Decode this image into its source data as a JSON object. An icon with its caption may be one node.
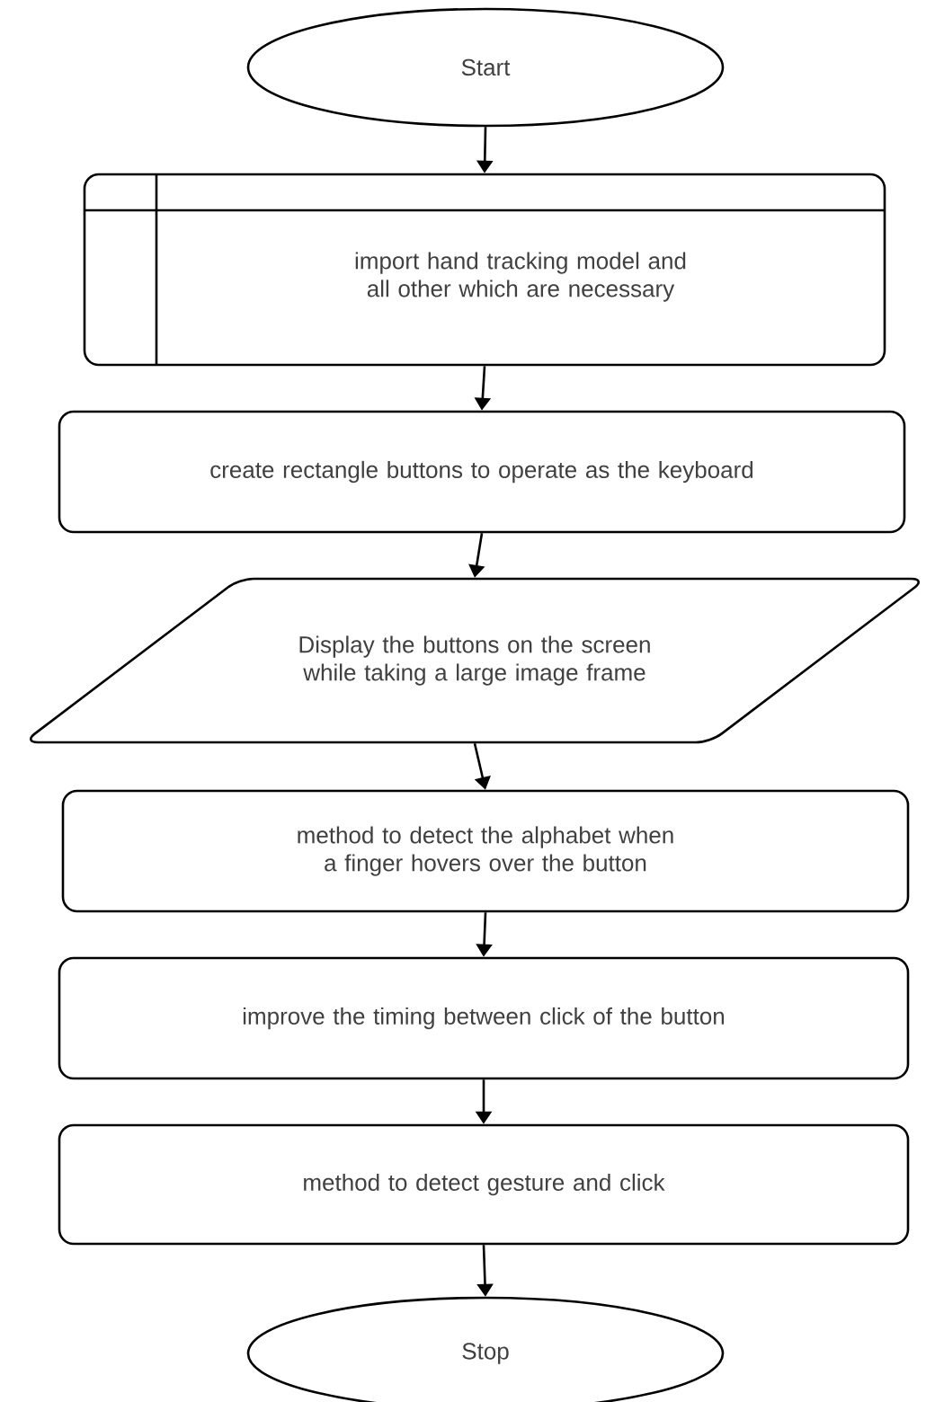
{
  "diagram": {
    "nodes": [
      {
        "text": [
          "Start"
        ]
      },
      {
        "text": [
          "import hand tracking model and all other which are necessary"
        ]
      },
      {
        "text": [
          "create rectangle buttons to operate as the keyboard"
        ]
      },
      {
        "text": [
          "Display the buttons on the screen while taking a large image frame"
        ]
      },
      {
        "text": [
          "method to detect the alphabet when a finger hovers over the button"
        ]
      },
      {
        "text": [
          "improve the timing between click of the button"
        ]
      },
      {
        "text": [
          "method to detect gesture and click"
        ]
      },
      {
        "text": [
          "Stop"
        ]
      }
    ],
    "edges": [
      {
        "from": 0,
        "to": 1,
        "arrow": "to"
      },
      {
        "from": 1,
        "to": 2,
        "arrow": "to"
      },
      {
        "from": 2,
        "to": 3,
        "arrow": "to"
      },
      {
        "from": 3,
        "to": 4,
        "arrow": "to"
      },
      {
        "from": 4,
        "to": 5,
        "arrow": "to"
      },
      {
        "from": 5,
        "to": 6,
        "arrow": "to"
      },
      {
        "from": 6,
        "to": 7,
        "arrow": "to"
      }
    ]
  }
}
